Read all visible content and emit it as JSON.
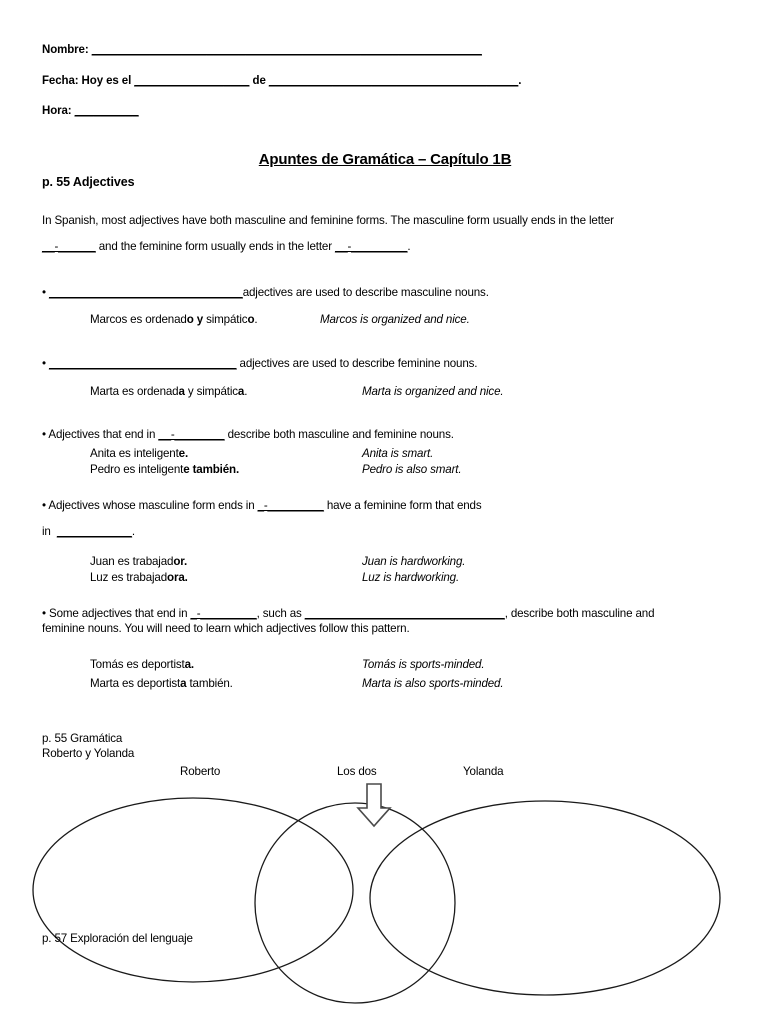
{
  "header": {
    "nombre_label": "Nombre:",
    "nombre_blank": "_____________________________________________________________",
    "fecha_label": "Fecha: Hoy es el",
    "fecha_blank1": "__________________",
    "fecha_de": "de",
    "fecha_blank2": "_______________________________________",
    "fecha_period": ".",
    "hora_label": "Hora:",
    "hora_blank": "__________"
  },
  "title": "Apuntes de Gramática – Capítulo 1B",
  "section_heading": "p. 55 Adjectives",
  "intro": {
    "line1": "In Spanish, most adjectives have both masculine and feminine forms. The masculine form usually ends in the letter",
    "blank1": "__-______",
    "mid": "and the feminine form usually ends in the letter",
    "blank2": "__-_________",
    "period": "."
  },
  "bullets": {
    "b1": {
      "marker": "•",
      "blank": "_______________________________",
      "text": "adjectives are used to describe masculine nouns.",
      "example": {
        "pre": "Marcos es ordenad",
        "b1": "o",
        "sp1": " ",
        "b2": "y",
        "mid": " simpátic",
        "b3": "o",
        "post": "."
      },
      "translation": "Marcos is organized and nice."
    },
    "b2": {
      "marker": "•",
      "blank": "______________________________",
      "text": "adjectives are used to describe feminine nouns.",
      "example": {
        "pre": "Marta es ordenad",
        "b1": "a",
        "mid": " y simpátic",
        "b2": "a",
        "post": "."
      },
      "translation": "Marta is organized and nice."
    },
    "b3": {
      "marker": "•",
      "pre": "Adjectives that end in",
      "blank": "__-________",
      "post": "describe both masculine and feminine nouns.",
      "ex1": {
        "pre": "Anita es inteligent",
        "b1": "e",
        "post": "."
      },
      "tr1": "Anita is smart.",
      "ex2": {
        "pre": "Pedro es inteligent",
        "b1": "e",
        "post": " también."
      },
      "tr2": "Pedro is also smart."
    },
    "b4": {
      "marker": "•",
      "pre": "Adjectives whose masculine form ends in",
      "blank": "_-_________",
      "post": "have a feminine form that ends",
      "line2_pre": "in",
      "line2_blank": "____________",
      "line2_post": ".",
      "ex1": {
        "pre": "Juan es trabajad",
        "b1": "or."
      },
      "tr1": "Juan is hardworking.",
      "ex2": {
        "pre": "Luz es trabajad",
        "b1": "ora."
      },
      "tr2": "Luz is hardworking."
    },
    "b5": {
      "marker": "•",
      "pre": "Some adjectives that end in",
      "blank1": "_-_________",
      "mid": ", such as",
      "blank2": "________________________________",
      "post": ", describe both masculine and feminine nouns. You will need to learn which adjectives follow this pattern.",
      "ex1": {
        "pre": "Tomás es deportist",
        "b1": "a."
      },
      "tr1": "Tomás is sports-minded.",
      "ex2": {
        "pre": "Marta es deportist",
        "b1": "a",
        "post": " también."
      },
      "tr2": "Marta is also sports-minded."
    }
  },
  "gramatica": {
    "line1": "p. 55 Gramática",
    "line2": "Roberto y Yolanda"
  },
  "venn": {
    "left_label": "Roberto",
    "center_label": "Los dos",
    "right_label": "Yolanda",
    "arrow_icon": "down-arrow-icon",
    "stroke_color": "#1a1a1a"
  },
  "footer": {
    "line": "p. 57 Exploración del lenguaje"
  }
}
